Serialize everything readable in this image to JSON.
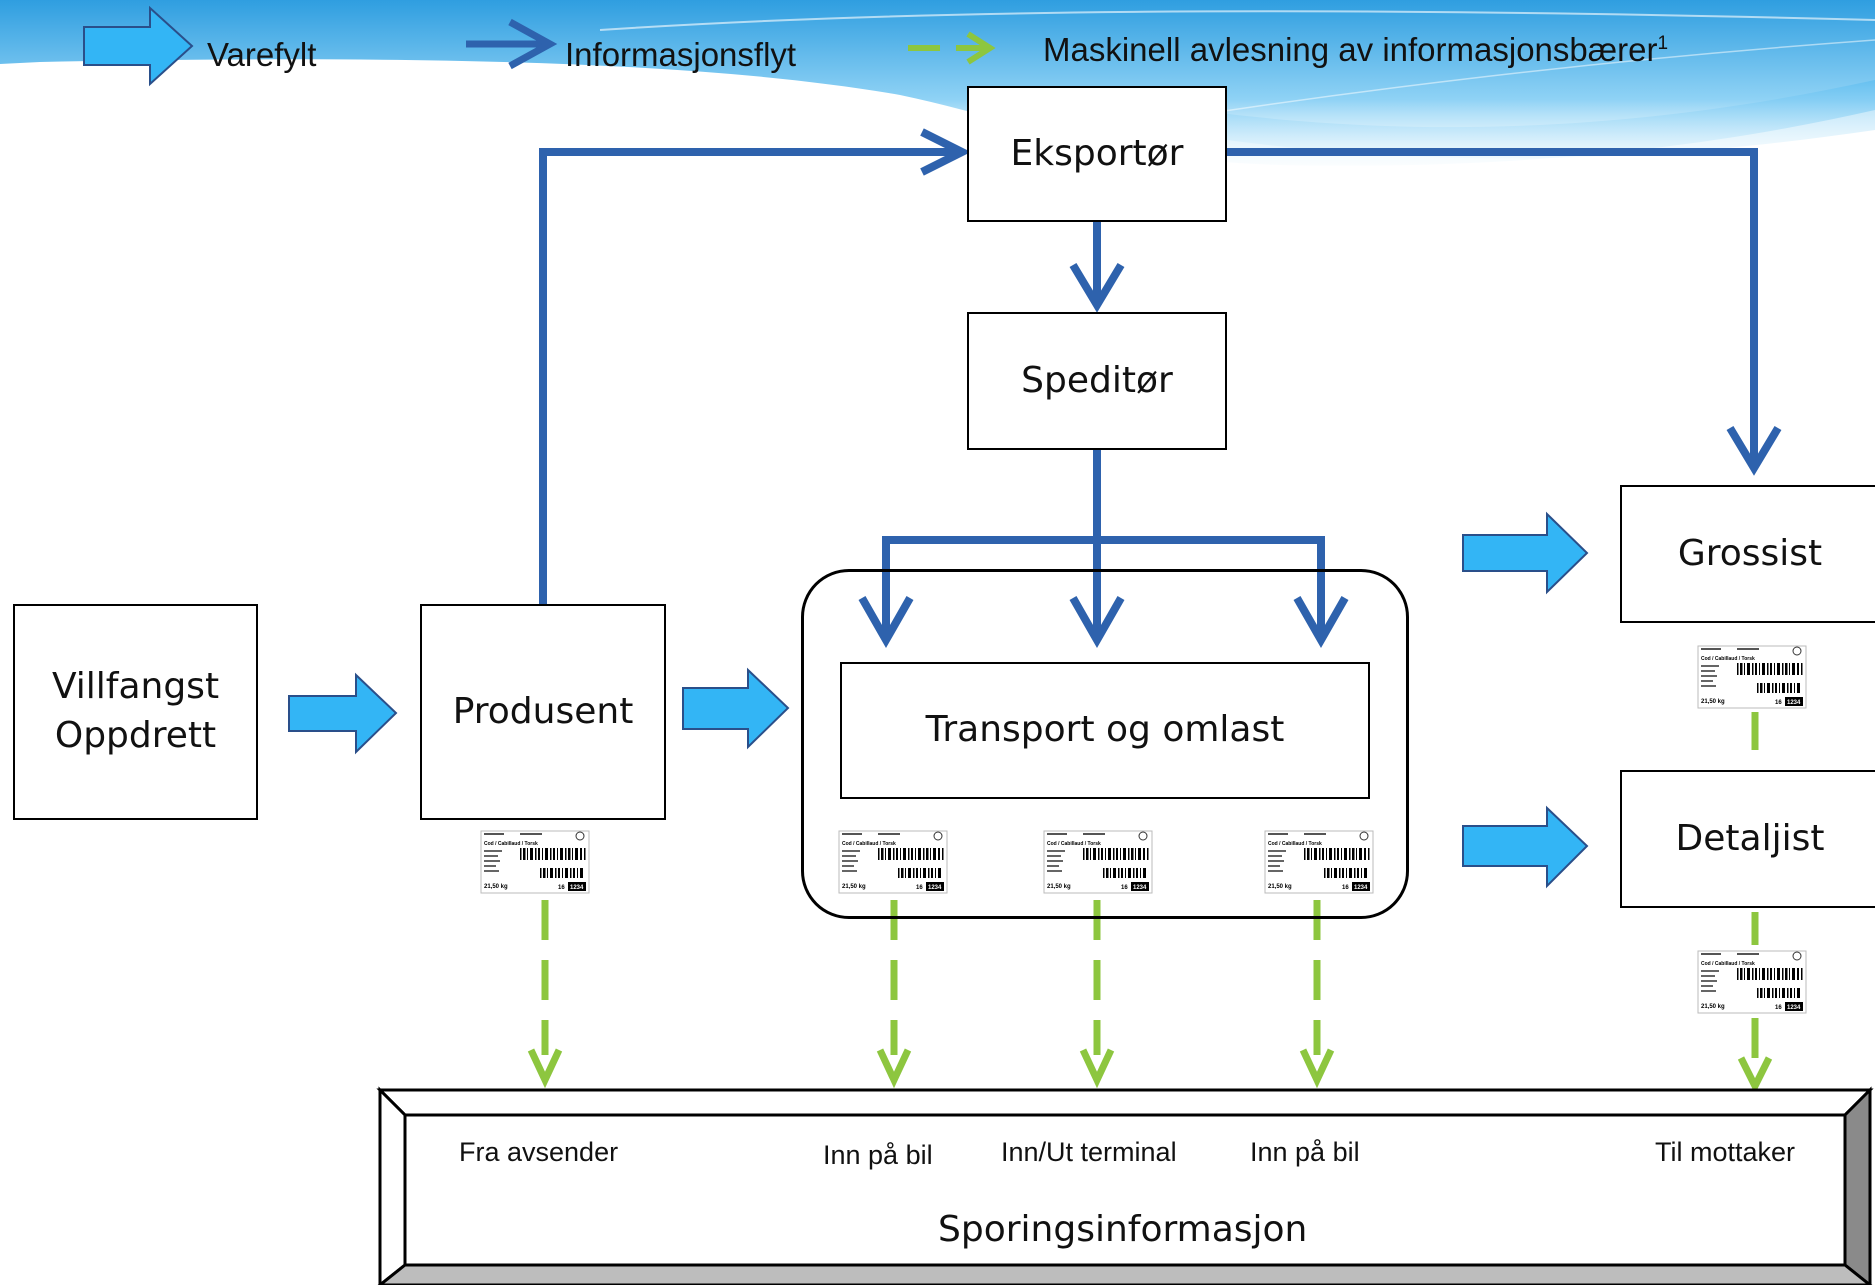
{
  "colors": {
    "flow_arrow": "#33b5f5",
    "flow_arrow_stroke": "#2a4f8a",
    "info_arrow": "#2e62ad",
    "scan_arrow": "#8dc63f",
    "header_wave": "#3aa9e6"
  },
  "legend": {
    "goods_flow": "Varefylt",
    "info_flow": "Informasjonsflyt",
    "scan_prefix": "Maskinell avlesning av informasjonsbærer",
    "scan_sup": "1"
  },
  "nodes": {
    "source_line1": "Villfangst",
    "source_line2": "Oppdrett",
    "producer": "Produsent",
    "exporter": "Eksportør",
    "forwarder": "Speditør",
    "transport": "Transport og omlast",
    "wholesaler": "Grossist",
    "retailer": "Detaljist"
  },
  "tracking": {
    "title": "Sporingsinformasjon",
    "stages": [
      "Fra avsender",
      "Inn på bil",
      "Inn/Ut terminal",
      "Inn på bil",
      "Til mottaker"
    ]
  },
  "label_icon": {
    "product": "Cod / Cabillaud / Torsk",
    "weight": "21,50 kg",
    "number": "16",
    "code": "1234"
  }
}
